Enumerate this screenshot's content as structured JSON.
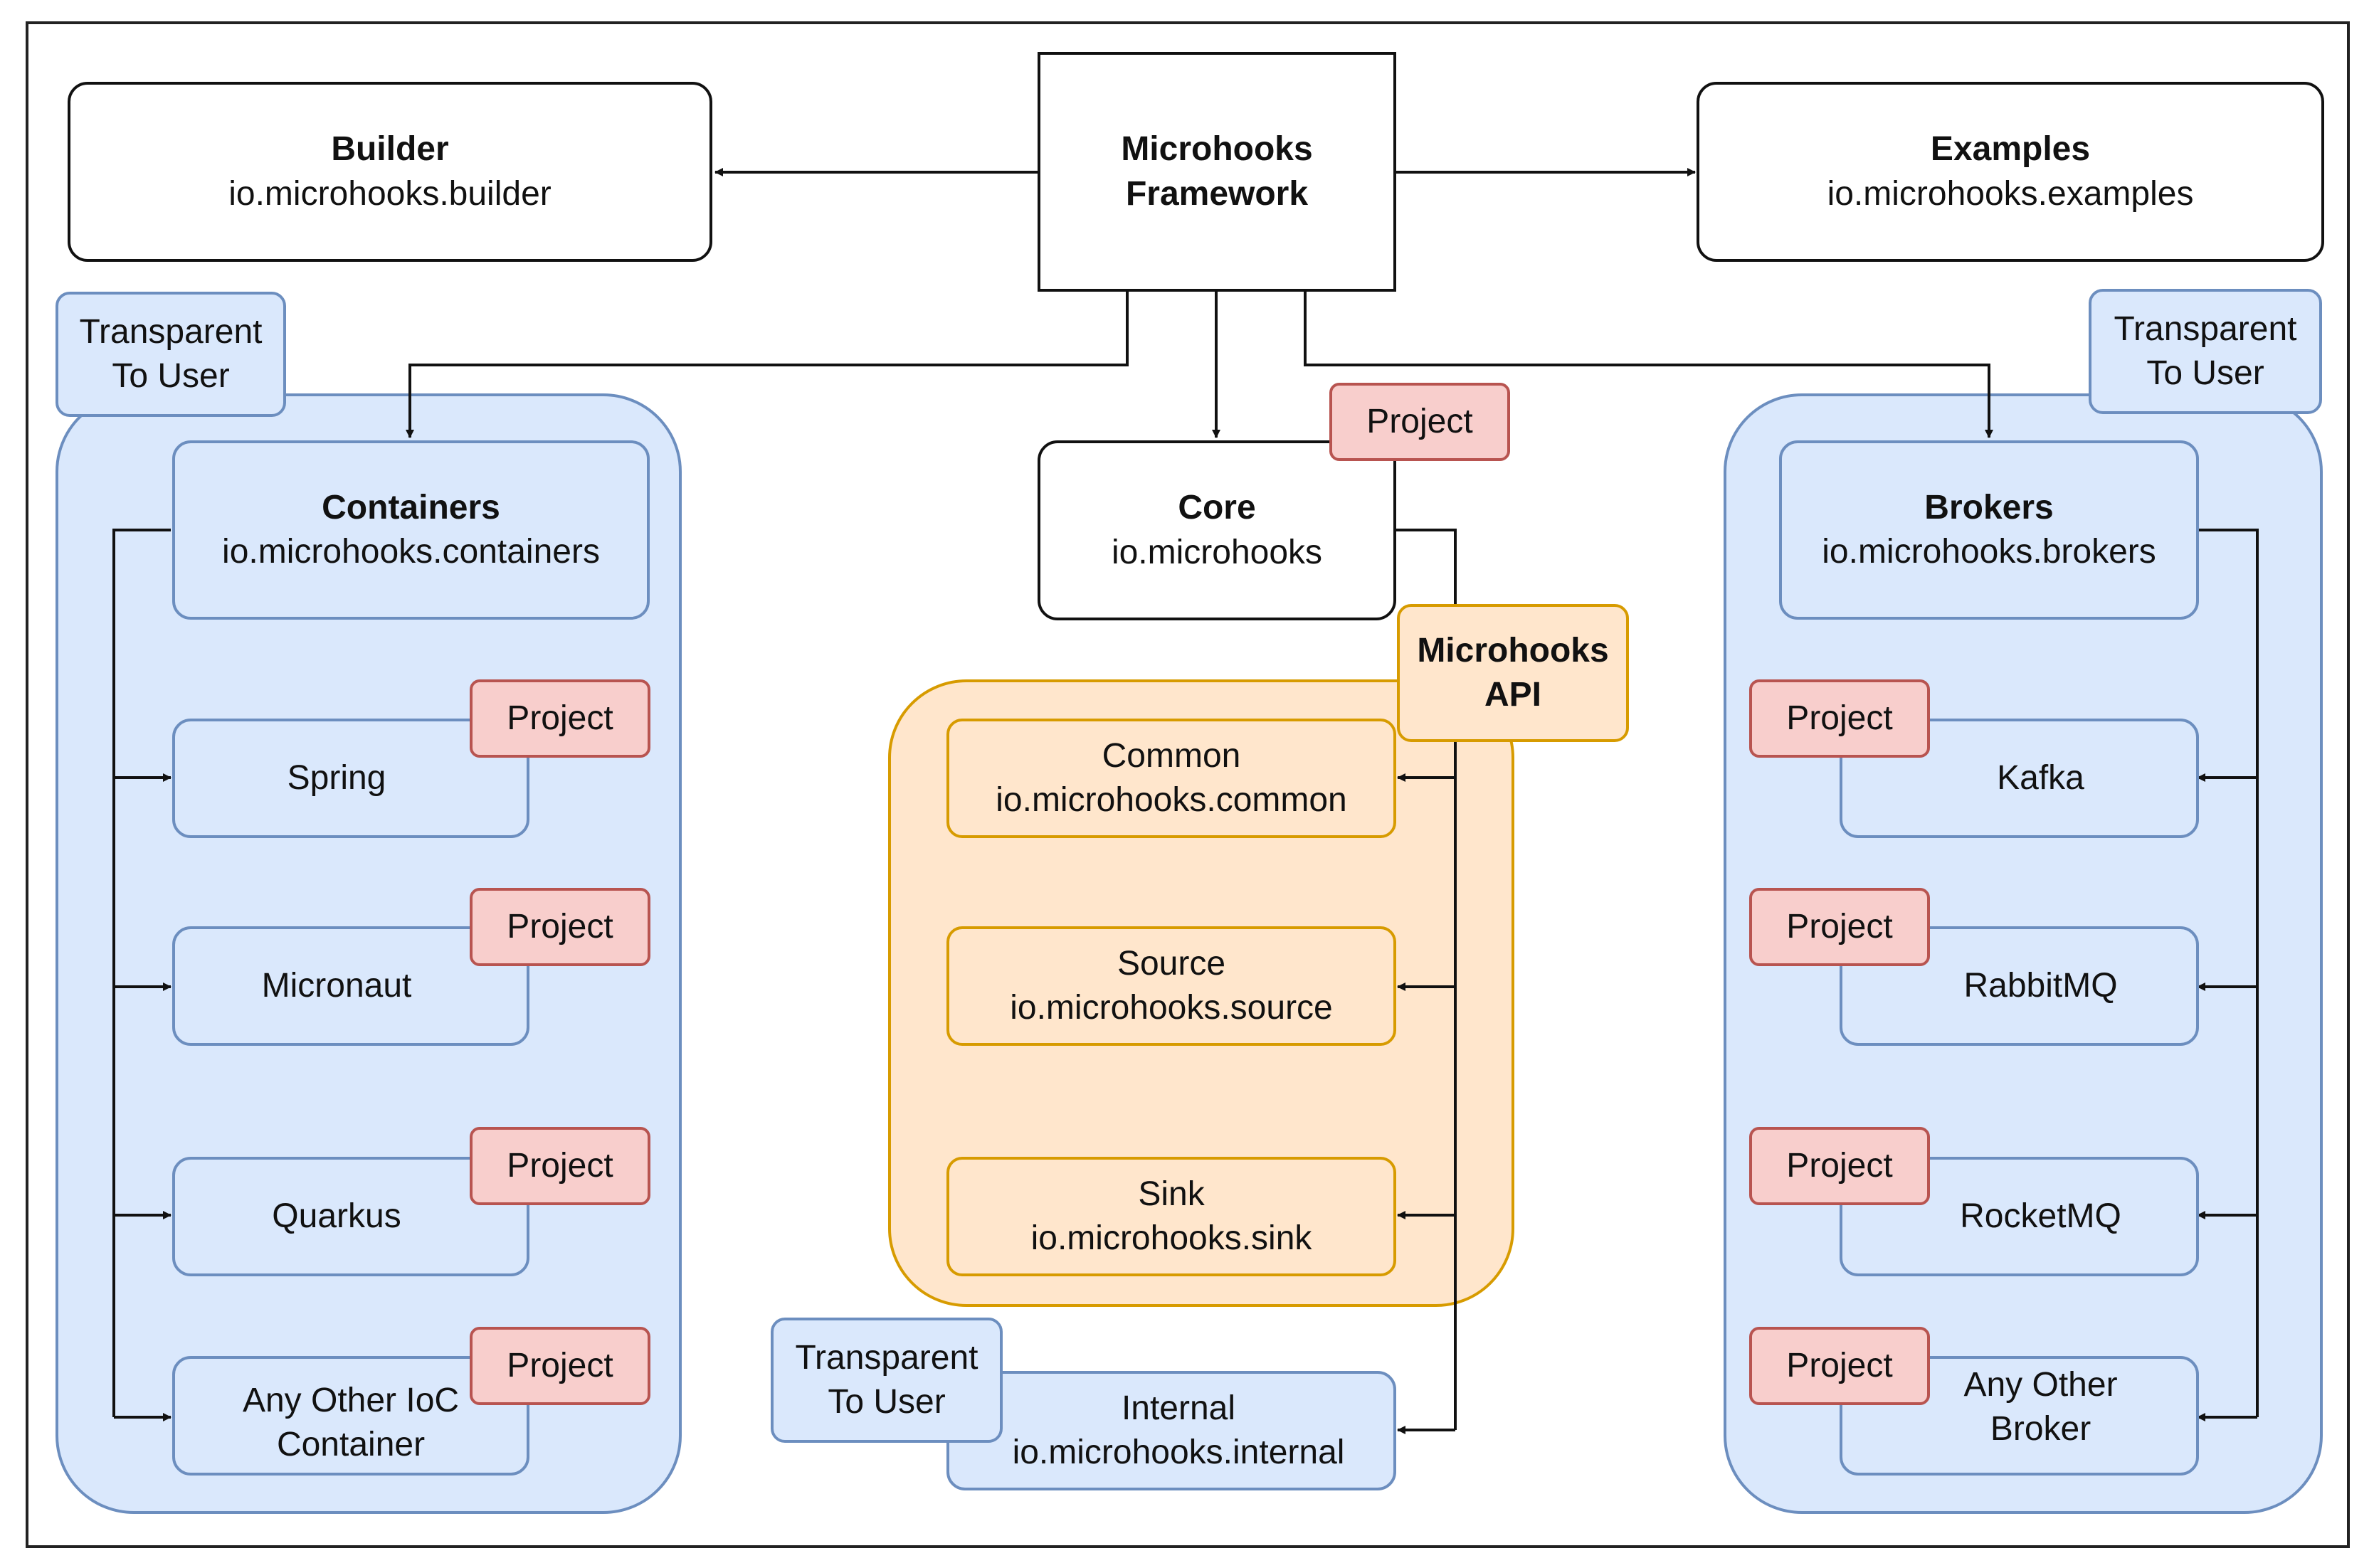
{
  "colors": {
    "blue_fill": "#dae8fc",
    "blue_stroke": "#6c8ebf",
    "orange_fill": "#ffe6cc",
    "orange_stroke": "#d79b00",
    "pink_fill": "#f8cecc",
    "pink_stroke": "#b85450",
    "line": "#111111"
  },
  "framework": {
    "line1": "Microhooks",
    "line2": "Framework"
  },
  "builder": {
    "title": "Builder",
    "package": "io.microhooks.builder"
  },
  "examples": {
    "title": "Examples",
    "package": "io.microhooks.examples"
  },
  "core": {
    "title": "Core",
    "package": "io.microhooks",
    "badge": "Project"
  },
  "containers": {
    "note_line1": "Transparent",
    "note_line2": "To User",
    "title": "Containers",
    "package": "io.microhooks.containers",
    "items": [
      {
        "label": "Spring",
        "badge": "Project"
      },
      {
        "label": "Micronaut",
        "badge": "Project"
      },
      {
        "label": "Quarkus",
        "badge": "Project"
      },
      {
        "label_line1": "Any Other IoC",
        "label_line2": "Container",
        "badge": "Project"
      }
    ]
  },
  "brokers": {
    "note_line1": "Transparent",
    "note_line2": "To User",
    "title": "Brokers",
    "package": "io.microhooks.brokers",
    "items": [
      {
        "label": "Kafka",
        "badge": "Project"
      },
      {
        "label": "RabbitMQ",
        "badge": "Project"
      },
      {
        "label": "RocketMQ",
        "badge": "Project"
      },
      {
        "label_line1": "Any Other",
        "label_line2": "Broker",
        "badge": "Project"
      }
    ]
  },
  "api": {
    "label_line1": "Microhooks",
    "label_line2": "API",
    "modules": [
      {
        "name": "Common",
        "package": "io.microhooks.common"
      },
      {
        "name": "Source",
        "package": "io.microhooks.source"
      },
      {
        "name": "Sink",
        "package": "io.microhooks.sink"
      }
    ]
  },
  "internal": {
    "name": "Internal",
    "package": "io.microhooks.internal",
    "note_line1": "Transparent",
    "note_line2": "To User"
  }
}
